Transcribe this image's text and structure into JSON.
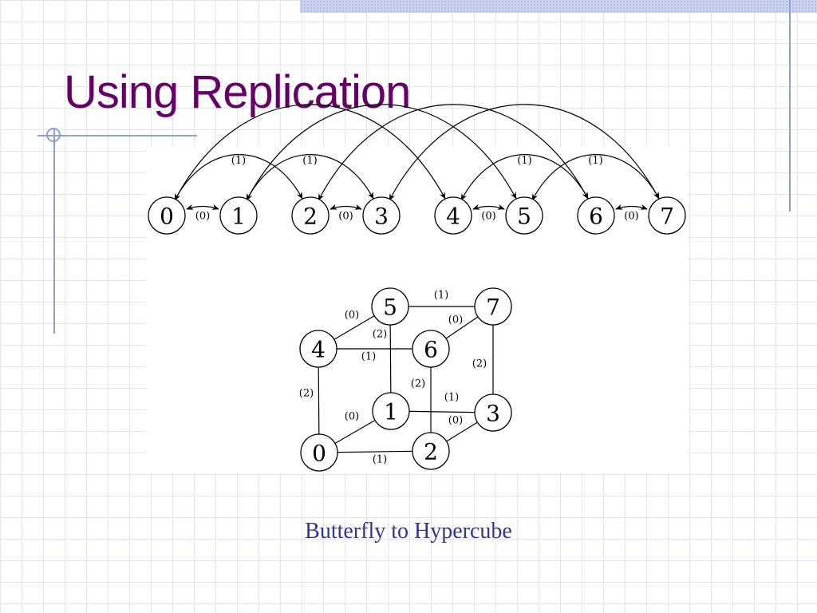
{
  "slide": {
    "title": "Using Replication",
    "caption": "Butterfly to Hypercube"
  },
  "butterfly": {
    "nodes": [
      "0",
      "1",
      "2",
      "3",
      "4",
      "5",
      "6",
      "7"
    ],
    "edges": [
      {
        "from": 0,
        "to": 1,
        "label": "(0)",
        "kind": "double"
      },
      {
        "from": 2,
        "to": 3,
        "label": "(0)",
        "kind": "double"
      },
      {
        "from": 4,
        "to": 5,
        "label": "(0)",
        "kind": "double"
      },
      {
        "from": 6,
        "to": 7,
        "label": "(0)",
        "kind": "double"
      },
      {
        "from": 0,
        "to": 2,
        "label": "(1)",
        "kind": "arc"
      },
      {
        "from": 1,
        "to": 3,
        "label": "(1)",
        "kind": "arc"
      },
      {
        "from": 4,
        "to": 6,
        "label": "(1)",
        "kind": "arc"
      },
      {
        "from": 5,
        "to": 7,
        "label": "(1)",
        "kind": "arc"
      },
      {
        "from": 0,
        "to": 4,
        "label": "",
        "kind": "arc"
      },
      {
        "from": 1,
        "to": 5,
        "label": "",
        "kind": "arc"
      },
      {
        "from": 2,
        "to": 6,
        "label": "",
        "kind": "arc"
      },
      {
        "from": 3,
        "to": 7,
        "label": "",
        "kind": "arc"
      }
    ]
  },
  "hypercube": {
    "nodes": [
      "0",
      "1",
      "2",
      "3",
      "4",
      "5",
      "6",
      "7"
    ],
    "edges": [
      {
        "from": 0,
        "to": 1,
        "label": "(0)"
      },
      {
        "from": 2,
        "to": 3,
        "label": "(0)"
      },
      {
        "from": 4,
        "to": 5,
        "label": "(0)"
      },
      {
        "from": 6,
        "to": 7,
        "label": "(0)"
      },
      {
        "from": 0,
        "to": 2,
        "label": "(1)"
      },
      {
        "from": 1,
        "to": 3,
        "label": "(1)"
      },
      {
        "from": 4,
        "to": 6,
        "label": "(1)"
      },
      {
        "from": 5,
        "to": 7,
        "label": "(1)"
      },
      {
        "from": 0,
        "to": 4,
        "label": "(2)"
      },
      {
        "from": 1,
        "to": 5,
        "label": "(2)"
      },
      {
        "from": 2,
        "to": 6,
        "label": "(2)"
      },
      {
        "from": 3,
        "to": 7,
        "label": "(2)"
      }
    ]
  }
}
